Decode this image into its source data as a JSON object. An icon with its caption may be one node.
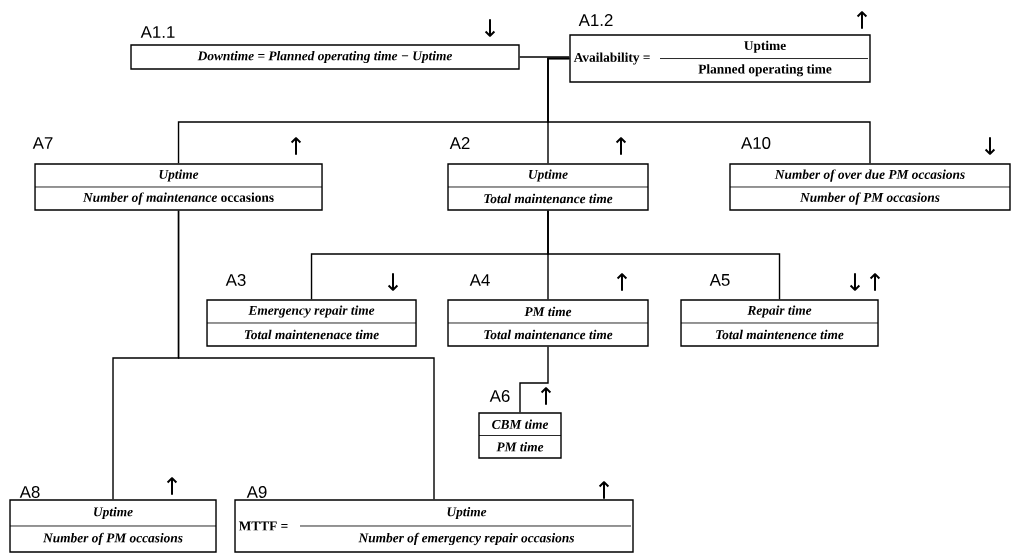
{
  "diagram": {
    "nodes": [
      {
        "text": [
          "Downtime = Planned operating time − Uptime"
        ],
        "beside": [
          "A1.1",
          "↓"
        ]
      },
      {
        "text": [
          "Availability =",
          "Uptime",
          "Planned operating time"
        ],
        "beside": [
          "A1.2",
          "↑"
        ]
      },
      {
        "text": [
          "Uptime",
          "*Number of maintenance* occasions"
        ],
        "beside": [
          "A7",
          "↑"
        ]
      },
      {
        "text": [
          "Uptime",
          "Total maintenance time"
        ],
        "beside": [
          "A2",
          "↑"
        ]
      },
      {
        "text": [
          "Number of over due PM occasions",
          "Number of PM occasions"
        ],
        "beside": [
          "A10",
          "↓"
        ]
      },
      {
        "text": [
          "Emergency repair time",
          "Total maintenenace time"
        ],
        "beside": [
          "A3",
          "↓"
        ]
      },
      {
        "text": [
          "PM time",
          "Total maintenance time"
        ],
        "beside": [
          "A4",
          "↑"
        ]
      },
      {
        "text": [
          "Repair time",
          "Total maintenence time"
        ],
        "beside": [
          "A5",
          "↓↑"
        ]
      },
      {
        "text": [
          "CBM time",
          "PM time"
        ],
        "beside": [
          "A6",
          "↑"
        ]
      },
      {
        "text": [
          "Uptime",
          "Number of PM occasions"
        ],
        "beside": [
          "A8",
          "↑"
        ]
      },
      {
        "text": [
          "MTTF =",
          "Uptime",
          "Number of emergency repair occasions"
        ],
        "beside": [
          "A9",
          "↑"
        ]
      }
    ],
    "edges": [
      {
        "from": 0,
        "to": 1,
        "arrow": "none"
      },
      {
        "from": 1,
        "to": 2,
        "arrow": "none"
      },
      {
        "from": 1,
        "to": 3,
        "arrow": "none"
      },
      {
        "from": 1,
        "to": 4,
        "arrow": "none"
      },
      {
        "from": 3,
        "to": 5,
        "arrow": "none"
      },
      {
        "from": 3,
        "to": 6,
        "arrow": "none"
      },
      {
        "from": 3,
        "to": 7,
        "arrow": "none"
      },
      {
        "from": 6,
        "to": 8,
        "arrow": "none"
      },
      {
        "from": 2,
        "to": 9,
        "arrow": "none"
      },
      {
        "from": 2,
        "to": 10,
        "arrow": "none"
      }
    ]
  }
}
